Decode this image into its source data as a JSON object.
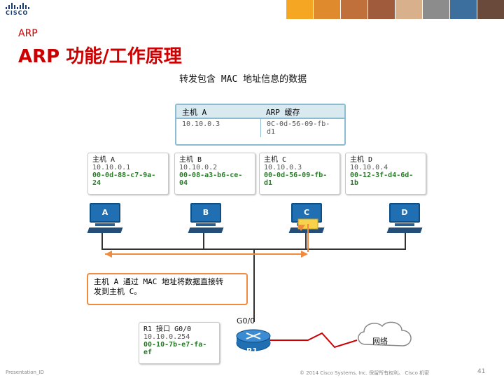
{
  "header": {
    "logo_text": "CISCO",
    "section": "ARP",
    "title": "ARP 功能/工作原理",
    "photo_colors": [
      "#f5a623",
      "#e08a2e",
      "#c0703a",
      "#a05a3c",
      "#d9b08c",
      "#8c8c8c",
      "#3d6f9e",
      "#6a4a3a"
    ]
  },
  "diagram": {
    "top_caption": "转发包含 MAC 地址信息的数据",
    "cache": {
      "host_label": "主机 A",
      "title": "ARP 缓存",
      "ip": "10.10.0.3",
      "mac_line1": "0C-0d-56-09-fb-",
      "mac_line2": "d1"
    },
    "hosts": [
      {
        "label": "主机 A",
        "ip": "10.10.0.1",
        "mac1": "00-0d-88-c7-9a-",
        "mac2": "24",
        "pc": "A"
      },
      {
        "label": "主机 B",
        "ip": "10.10.0.2",
        "mac1": "00-08-a3-b6-ce-",
        "mac2": "04",
        "pc": "B"
      },
      {
        "label": "主机 C",
        "ip": "10.10.0.3",
        "mac1": "00-0d-56-09-fb-",
        "mac2": "d1",
        "pc": "C"
      },
      {
        "label": "主机 D",
        "ip": "10.10.0.4",
        "mac1": "00-12-3f-d4-6d-",
        "mac2": "1b",
        "pc": "D"
      }
    ],
    "message_line1": "主机 A 通过 MAC 地址将数据直接转",
    "message_line2": "发到主机 C。",
    "router": {
      "interface_label": "G0/0",
      "name": "R1",
      "info_title": "R1 接口 G0/0",
      "ip": "10.10.0.254",
      "mac1": "00-10-7b-e7-fa-",
      "mac2": "ef"
    },
    "cloud_label": "网络"
  },
  "footer": {
    "left": "Presentation_ID",
    "center": "© 2014 Cisco Systems, Inc. 保留所有权利。 Cisco 机密",
    "page": "41"
  }
}
